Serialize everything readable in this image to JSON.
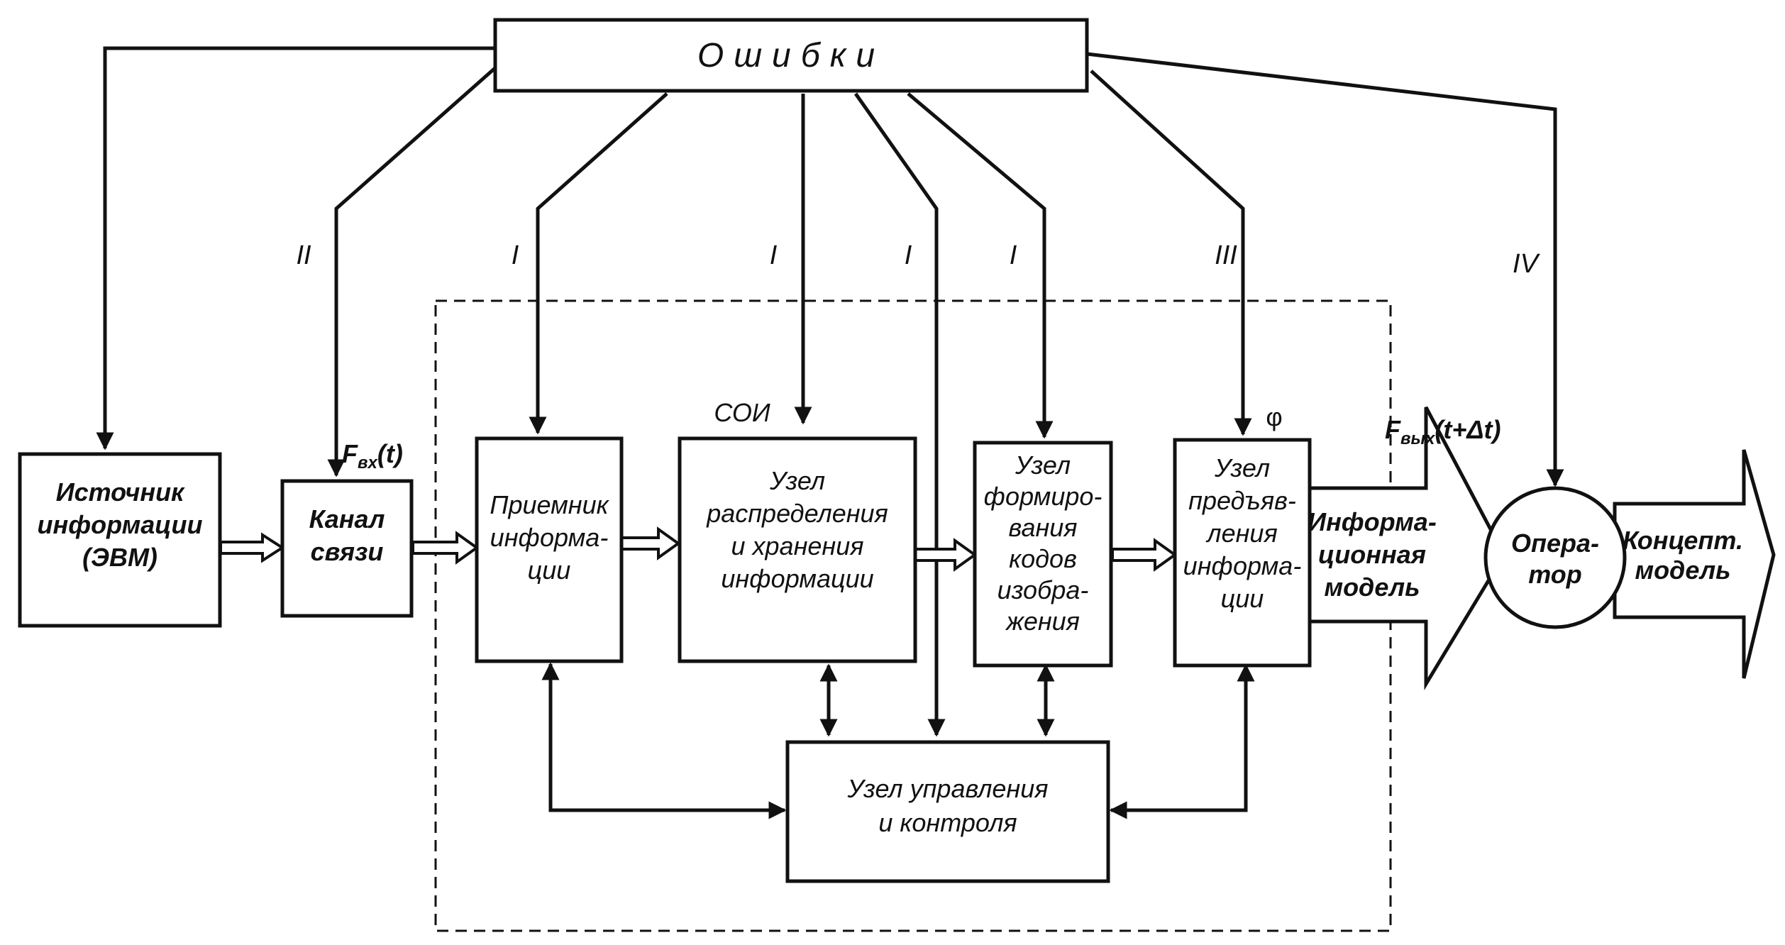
{
  "errors": {
    "title": "Ошибки"
  },
  "blocks": {
    "source": {
      "lines": [
        "Источник",
        "информации",
        "(ЭВМ)"
      ]
    },
    "channel": {
      "lines": [
        "Канал",
        "связи"
      ]
    },
    "receiver": {
      "lines": [
        "Приемник",
        "информа-",
        "ции"
      ]
    },
    "distribution": {
      "lines": [
        "Узел",
        "распределения",
        "и хранения",
        "информации"
      ]
    },
    "coding": {
      "lines": [
        "Узел",
        "формиро-",
        "вания",
        "кодов",
        "изобра-",
        "жения"
      ]
    },
    "presentation": {
      "lines": [
        "Узел",
        "предъяв-",
        "ления",
        "информа-",
        "ции"
      ]
    },
    "control": {
      "lines": [
        "Узел управления",
        "и контроля"
      ]
    },
    "operator": {
      "lines": [
        "Опера-",
        "тор"
      ]
    }
  },
  "big_arrows": {
    "info_model": {
      "lines": [
        "Информа-",
        "ционная",
        "модель"
      ]
    },
    "concept_model": {
      "lines": [
        "Концепт.",
        "модель"
      ]
    }
  },
  "labels": {
    "soi": "СОИ",
    "phi": "φ",
    "f_in": {
      "main": "F",
      "sub": "вх",
      "arg": "(t)"
    },
    "f_out": {
      "main": "F",
      "sub": "вых",
      "arg": "(t+Δt)"
    }
  },
  "error_types": {
    "source": "",
    "channel": "II",
    "receiver": "I",
    "distribution": "I",
    "control": "I",
    "coding": "I",
    "presentation": "III",
    "operator": "IV"
  }
}
